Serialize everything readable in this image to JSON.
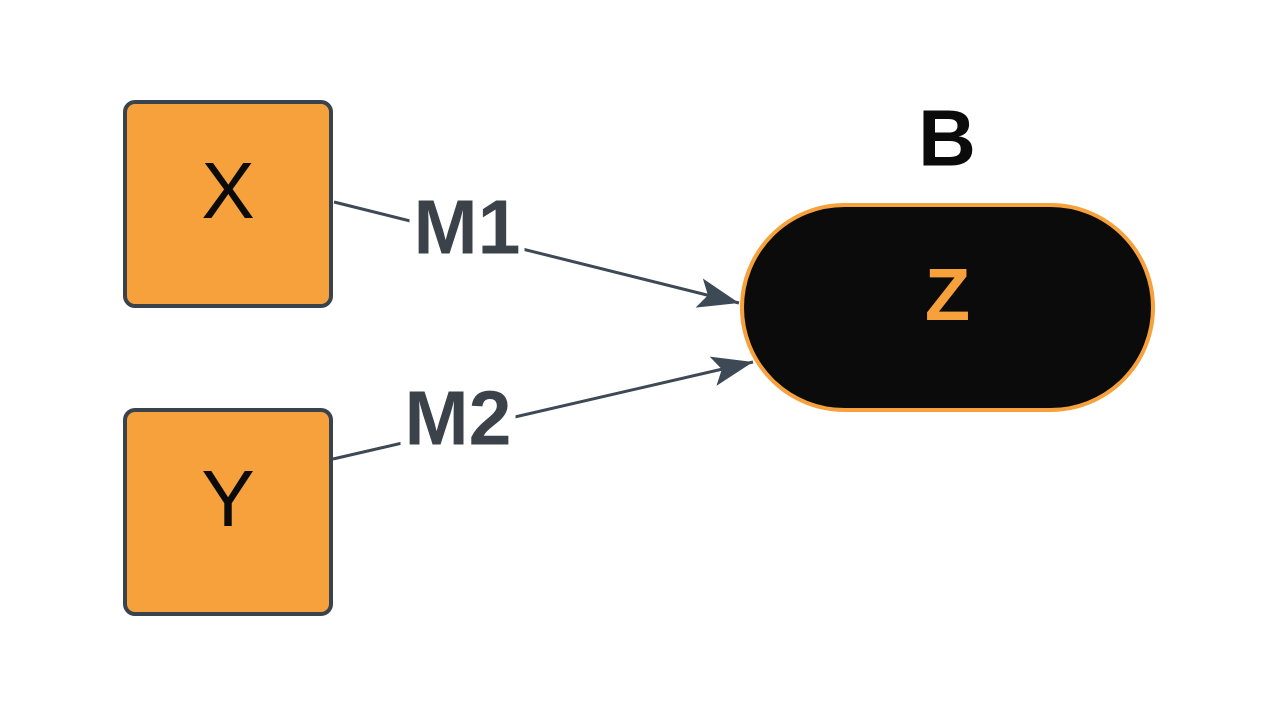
{
  "diagram": {
    "background_color": "#FFFFFF",
    "colors": {
      "orange": "#F7A13C",
      "square_fill": "#F7A13C",
      "square_border": "#39434E",
      "pill_fill": "#0B0B0B",
      "pill_border": "#F7A13C",
      "edge_stroke": "#3E4956",
      "edge_label_text": "#3C424A",
      "title_text": "#0B0B0B"
    },
    "nodes": {
      "x": {
        "label": "X",
        "shape": "rounded-square"
      },
      "y": {
        "label": "Y",
        "shape": "rounded-square"
      },
      "z": {
        "label": "Z",
        "title": "B",
        "shape": "stadium-pill"
      }
    },
    "edges": [
      {
        "label": "M1",
        "from": "X",
        "to": "Z"
      },
      {
        "label": "M2",
        "from": "Y",
        "to": "Z"
      }
    ]
  }
}
